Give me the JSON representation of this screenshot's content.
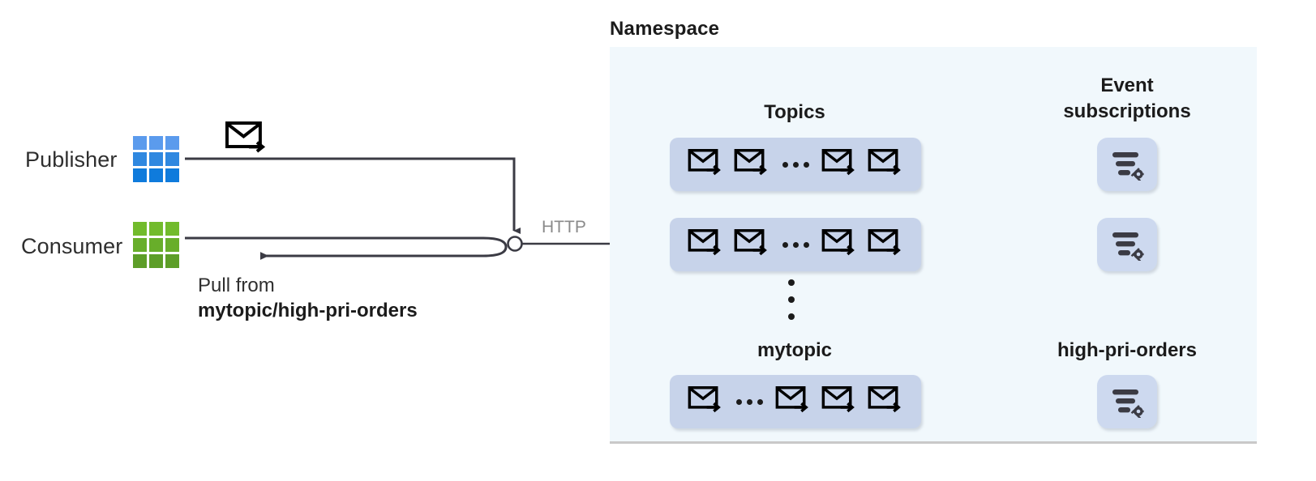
{
  "diagram": {
    "title": "Namespace",
    "left": {
      "publisher": {
        "label": "Publisher",
        "icon": "app-grid-blue-icon",
        "message_icon": "envelope-arrow-icon"
      },
      "consumer": {
        "label": "Consumer",
        "icon": "app-grid-green-icon",
        "pull_line1": "Pull from",
        "pull_line2": "mytopic/high-pri-orders"
      },
      "protocol_label": "HTTP"
    },
    "namespace": {
      "title": "Namespace",
      "topics_heading": "Topics",
      "subscriptions_heading": "Event\nsubscriptions",
      "topic_name": "mytopic",
      "subscription_name": "high-pri-orders",
      "rows": [
        {
          "id": "row-1",
          "topic_items": [
            "envelope",
            "envelope",
            "ellipsis",
            "envelope",
            "envelope"
          ],
          "subscription_icon": "filter-gear-icon"
        },
        {
          "id": "row-2",
          "topic_items": [
            "envelope",
            "envelope",
            "ellipsis",
            "envelope",
            "envelope"
          ],
          "subscription_icon": "filter-gear-icon"
        },
        {
          "id": "row-3",
          "topic_items": [
            "envelope",
            "ellipsis",
            "envelope",
            "envelope",
            "envelope"
          ],
          "subscription_icon": "filter-gear-icon"
        }
      ],
      "vertical_ellipsis": "⋮"
    },
    "colors": {
      "publisher_blue_light": "#5b9bed",
      "publisher_blue_mid": "#2f88e0",
      "publisher_blue_dark": "#0f7bdc",
      "consumer_green_light": "#72bb2c",
      "consumer_green_mid": "#68ae2a",
      "consumer_green_dark": "#5d9e28",
      "namespace_panel": "#f1f8fc",
      "topic_box": "#c7d3ea",
      "subscription_tile": "#cdd9ef",
      "line": "#3b3b44",
      "http_label": "#8a8a8a",
      "text_dark": "#1b1b1b"
    }
  }
}
